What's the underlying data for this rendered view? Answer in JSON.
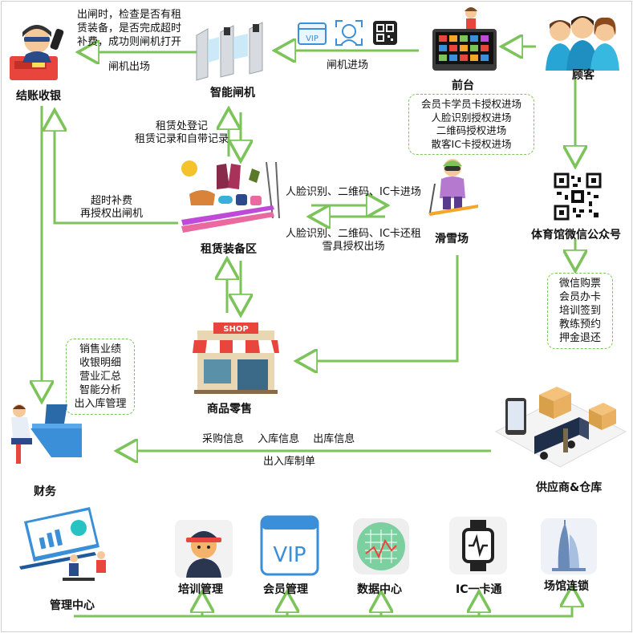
{
  "colors": {
    "arrow": "#7cc35a",
    "accent_red": "#e8463c",
    "accent_orange": "#f4a629",
    "accent_blue": "#3a8fd8"
  },
  "nodes": {
    "checkout": "结账收银",
    "gate": "智能闸机",
    "front_desk": "前台",
    "customers": "顾客",
    "rental_area": "租赁装备区",
    "ski_field": "滑雪场",
    "wechat": "体育馆微信公众号",
    "retail": "商品零售",
    "finance": "财务",
    "supplier": "供应商&仓库",
    "shop_sign": "SHOP",
    "vip_badge": "VIP"
  },
  "notes": {
    "checkout_note": [
      "出闸时，检查是否有租",
      "赁装备，是否完成超时",
      "补费，成功则闸机打开"
    ],
    "gate_exit": "闸机出场",
    "gate_enter": "闸机进场",
    "front_desk_box": [
      "会员卡学员卡授权进场",
      "人脸识别授权进场",
      "二维码授权进场",
      "散客IC卡授权进场"
    ],
    "rental_register": [
      "租赁处登记",
      "租赁记录和自带记录"
    ],
    "overtime": [
      "超时补费",
      "再授权出闸机"
    ],
    "to_ski": "人脸识别、二维码、IC卡进场",
    "from_ski": [
      "人脸识别、二维码、IC卡还租",
      "雪具授权出场"
    ],
    "wechat_box": [
      "微信购票",
      "会员办卡",
      "培训签到",
      "教练预约",
      "押金退还"
    ],
    "finance_box": [
      "销售业绩",
      "收银明细",
      "营业汇总",
      "智能分析",
      "出入库管理"
    ],
    "supply_info": "采购信息　 入库信息　 出库信息",
    "supply_order": "出入库制单"
  },
  "bottom_modules": [
    {
      "label": "管理中心",
      "icon": "management-center-icon"
    },
    {
      "label": "培训管理",
      "icon": "trainer-icon"
    },
    {
      "label": "会员管理",
      "icon": "vip-card-icon"
    },
    {
      "label": "数据中心",
      "icon": "data-chart-icon"
    },
    {
      "label": "IC一卡通",
      "icon": "smartwatch-icon"
    },
    {
      "label": "场馆连锁",
      "icon": "venue-building-icon"
    }
  ]
}
